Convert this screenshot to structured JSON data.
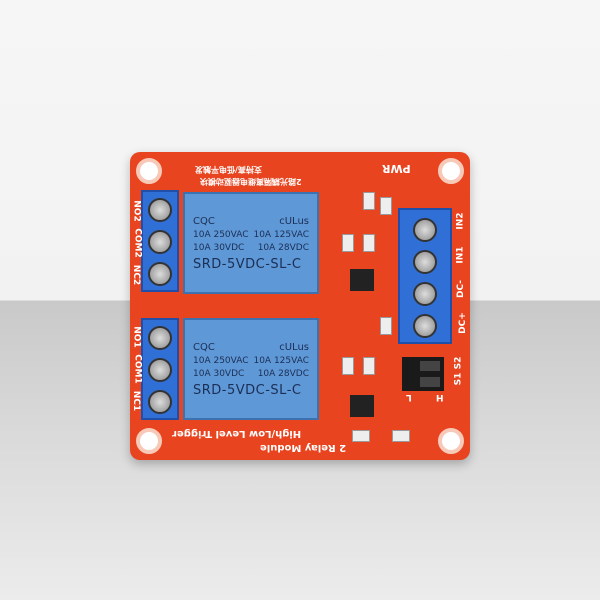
{
  "board": {
    "title_lines": [
      "2 Relay Module",
      "High/Low Level Trigger"
    ],
    "chinese_lines": [
      "2路光耦隔离继电器驱动模块",
      "支持高/低电平触发"
    ],
    "pwr_label": "PWR",
    "relays": [
      {
        "logo_left": "CQC",
        "logo_right": "cULus",
        "rating1": "10A 250VAC",
        "rating2": "10A 125VAC",
        "rating3": "10A 30VDC",
        "rating4": "10A 28VDC",
        "model": "SRD-5VDC-SL-C"
      },
      {
        "logo_left": "CQC",
        "logo_right": "cULus",
        "rating1": "10A 250VAC",
        "rating2": "10A 125VAC",
        "rating3": "10A 30VDC",
        "rating4": "10A 28VDC",
        "model": "SRD-5VDC-SL-C"
      }
    ],
    "relay_terminals": [
      "NO2",
      "COM2",
      "NC2",
      "NO1",
      "COM1",
      "NC1"
    ],
    "input_terminals": [
      "IN2",
      "IN1",
      "DC-",
      "DC+"
    ],
    "jumper_labels": {
      "s1": "S1",
      "s2": "S2",
      "low": "L",
      "high": "H"
    },
    "colors": {
      "pcb": "#e8441f",
      "relay": "#5f98d6",
      "terminal": "#2f6fd6"
    }
  }
}
